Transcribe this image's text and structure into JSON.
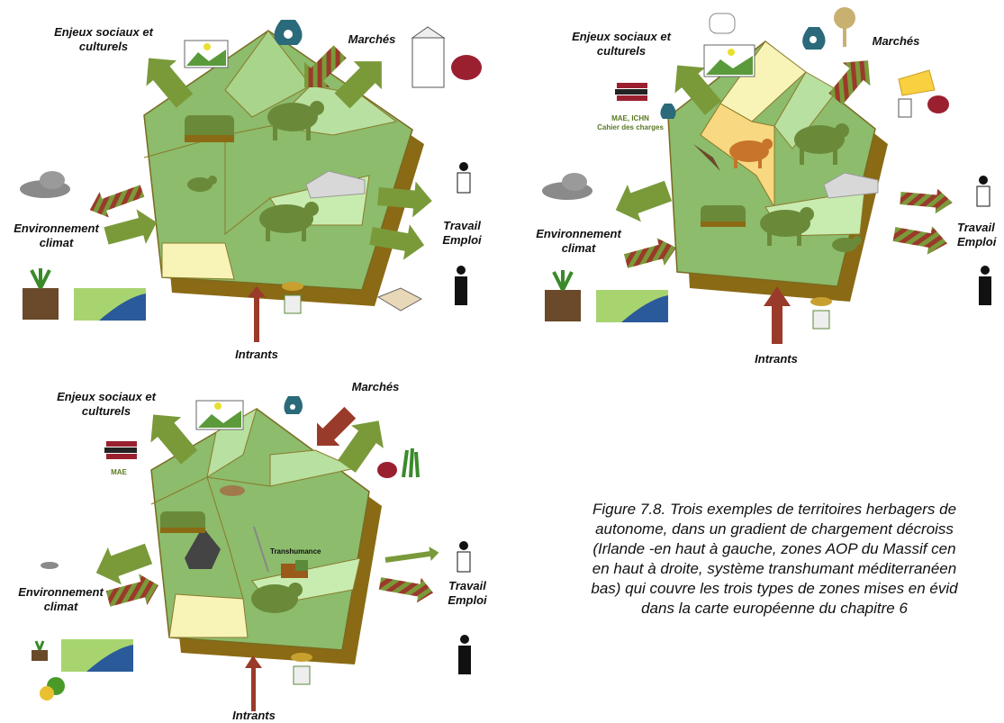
{
  "panels": [
    {
      "labels": {
        "social": "Enjeux sociaux et culturels",
        "markets": "Marchés",
        "environment": "Environnement climat",
        "work": "Travail Emploi",
        "inputs": "Intrants"
      },
      "icons": [
        "landscape-icon",
        "money-bag-icon",
        "milk-carton-icon",
        "meat-icon",
        "cloud-icon",
        "worker-icon",
        "handshake-icon",
        "plant-icon",
        "river-icon",
        "fertilizer-icon",
        "cow-icon",
        "sheep-icon",
        "trees-icon",
        "barn-icon"
      ],
      "small_labels": {}
    },
    {
      "labels": {
        "social": "Enjeux sociaux et culturels",
        "markets": "Marchés",
        "environment": "Environnement climat",
        "work": "Travail Emploi",
        "inputs": "Intrants"
      },
      "icons": [
        "chef-hat-icon",
        "landscape-icon",
        "money-bag-icon",
        "label-icon",
        "cheese-icon",
        "meat-icon",
        "books-icon",
        "cloud-icon",
        "worker-icon",
        "plant-icon",
        "river-icon",
        "fertilizer-icon",
        "cow-icon",
        "sheep-icon",
        "bird-icon"
      ],
      "small_labels": {
        "policy": "MAE, ICHN",
        "specs": "Cahier des charges"
      }
    },
    {
      "labels": {
        "social": "Enjeux sociaux et culturels",
        "markets": "Marchés",
        "environment": "Environnement climat",
        "work": "Travail Emploi",
        "inputs": "Intrants"
      },
      "icons": [
        "landscape-icon",
        "money-bag-icon",
        "meat-icon",
        "grass-icon",
        "books-icon",
        "cloud-icon",
        "worker-icon",
        "plant-icon",
        "river-icon",
        "forest-icon",
        "fertilizer-icon",
        "sheep-icon",
        "wolf-icon",
        "bird-icon",
        "truck-icon"
      ],
      "small_labels": {
        "policy": "MAE",
        "transhumance": "Transhumance"
      }
    }
  ],
  "caption": {
    "line1": "Figure 7.8. Trois exemples de territoires herbagers de",
    "line2": "autonome, dans un gradient de chargement décroiss",
    "line3": "(Irlande -en haut à gauche, zones AOP du Massif cen",
    "line4": "en haut à droite, système transhumant méditerranéen",
    "line5": "bas) qui couvre les trois types de zones mises en évid",
    "line6": "dans la carte européenne du chapitre 6"
  },
  "colors": {
    "field_green": "#8cbc6c",
    "field_light": "#c8ecb0",
    "field_yellow": "#f8f4b8",
    "field_orange": "#f8d880",
    "soil_brown": "#8a6a14",
    "arrow_green": "#7a9a3a",
    "arrow_red": "#9a3a2a"
  }
}
